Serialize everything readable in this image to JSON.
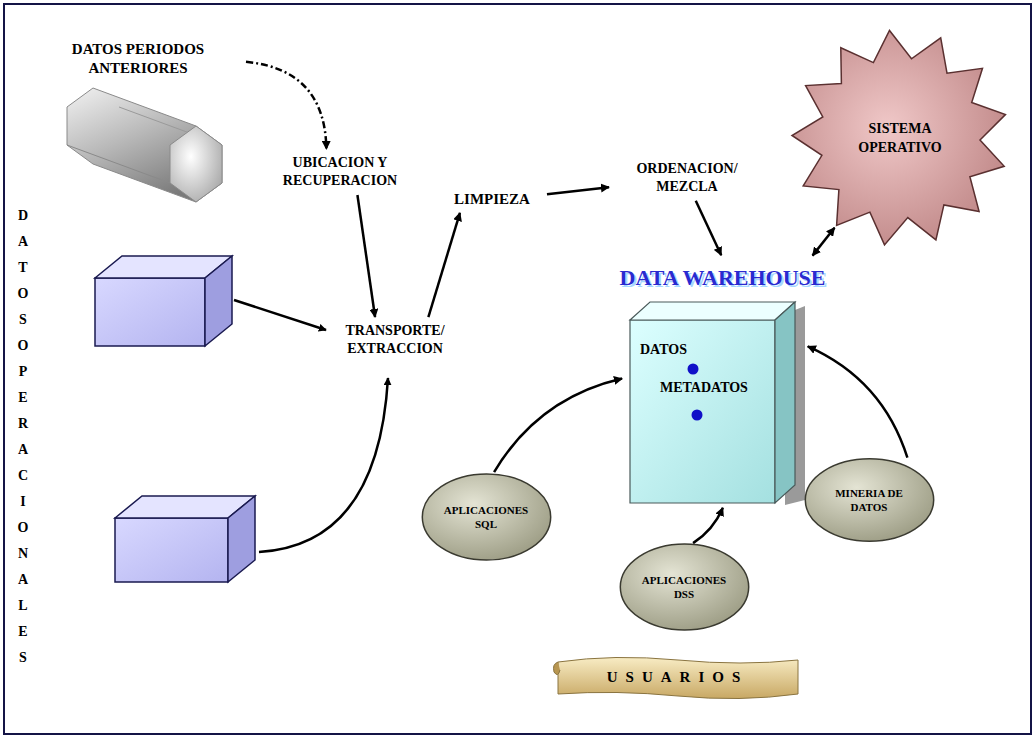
{
  "diagram": {
    "nodes": [
      {
        "text": [
          "DATOS PERIODOS ANTERIORES"
        ]
      },
      {
        "text": [
          "UBICACION Y RECUPERACION"
        ]
      },
      {
        "text": [
          "LIMPIEZA"
        ]
      },
      {
        "text": [
          "ORDENACION/ MEZCLA"
        ]
      },
      {
        "text": [
          "SISTEMA OPERATIVO"
        ]
      },
      {
        "text": [
          "TRANSPORTE/ EXTRACCION"
        ]
      },
      {
        "text": [
          "DATA WAREHOUSE",
          "DATOS",
          "METADATOS"
        ]
      },
      {
        "text": [
          "APLICACIONES SQL"
        ]
      },
      {
        "text": [
          "MINERIA DE DATOS"
        ]
      },
      {
        "text": [
          "APLICACIONES DSS"
        ]
      },
      {
        "text": [
          "USUARIOS"
        ]
      }
    ],
    "edges": [
      {
        "from": 0,
        "to": 1,
        "arrow": "to"
      },
      {
        "from": 1,
        "to": 5,
        "arrow": "to"
      },
      {
        "from": 5,
        "to": 2,
        "arrow": "to"
      },
      {
        "from": 2,
        "to": 3,
        "arrow": "to"
      },
      {
        "from": 3,
        "to": 6,
        "arrow": "to"
      },
      {
        "from": 4,
        "to": 6,
        "arrow": "both"
      },
      {
        "from": 7,
        "to": 6,
        "arrow": "to"
      },
      {
        "from": 9,
        "to": 6,
        "arrow": "to"
      },
      {
        "from": 8,
        "to": 6,
        "arrow": "to"
      }
    ],
    "labels": [
      "DATOS OPERACIONALES"
    ]
  }
}
